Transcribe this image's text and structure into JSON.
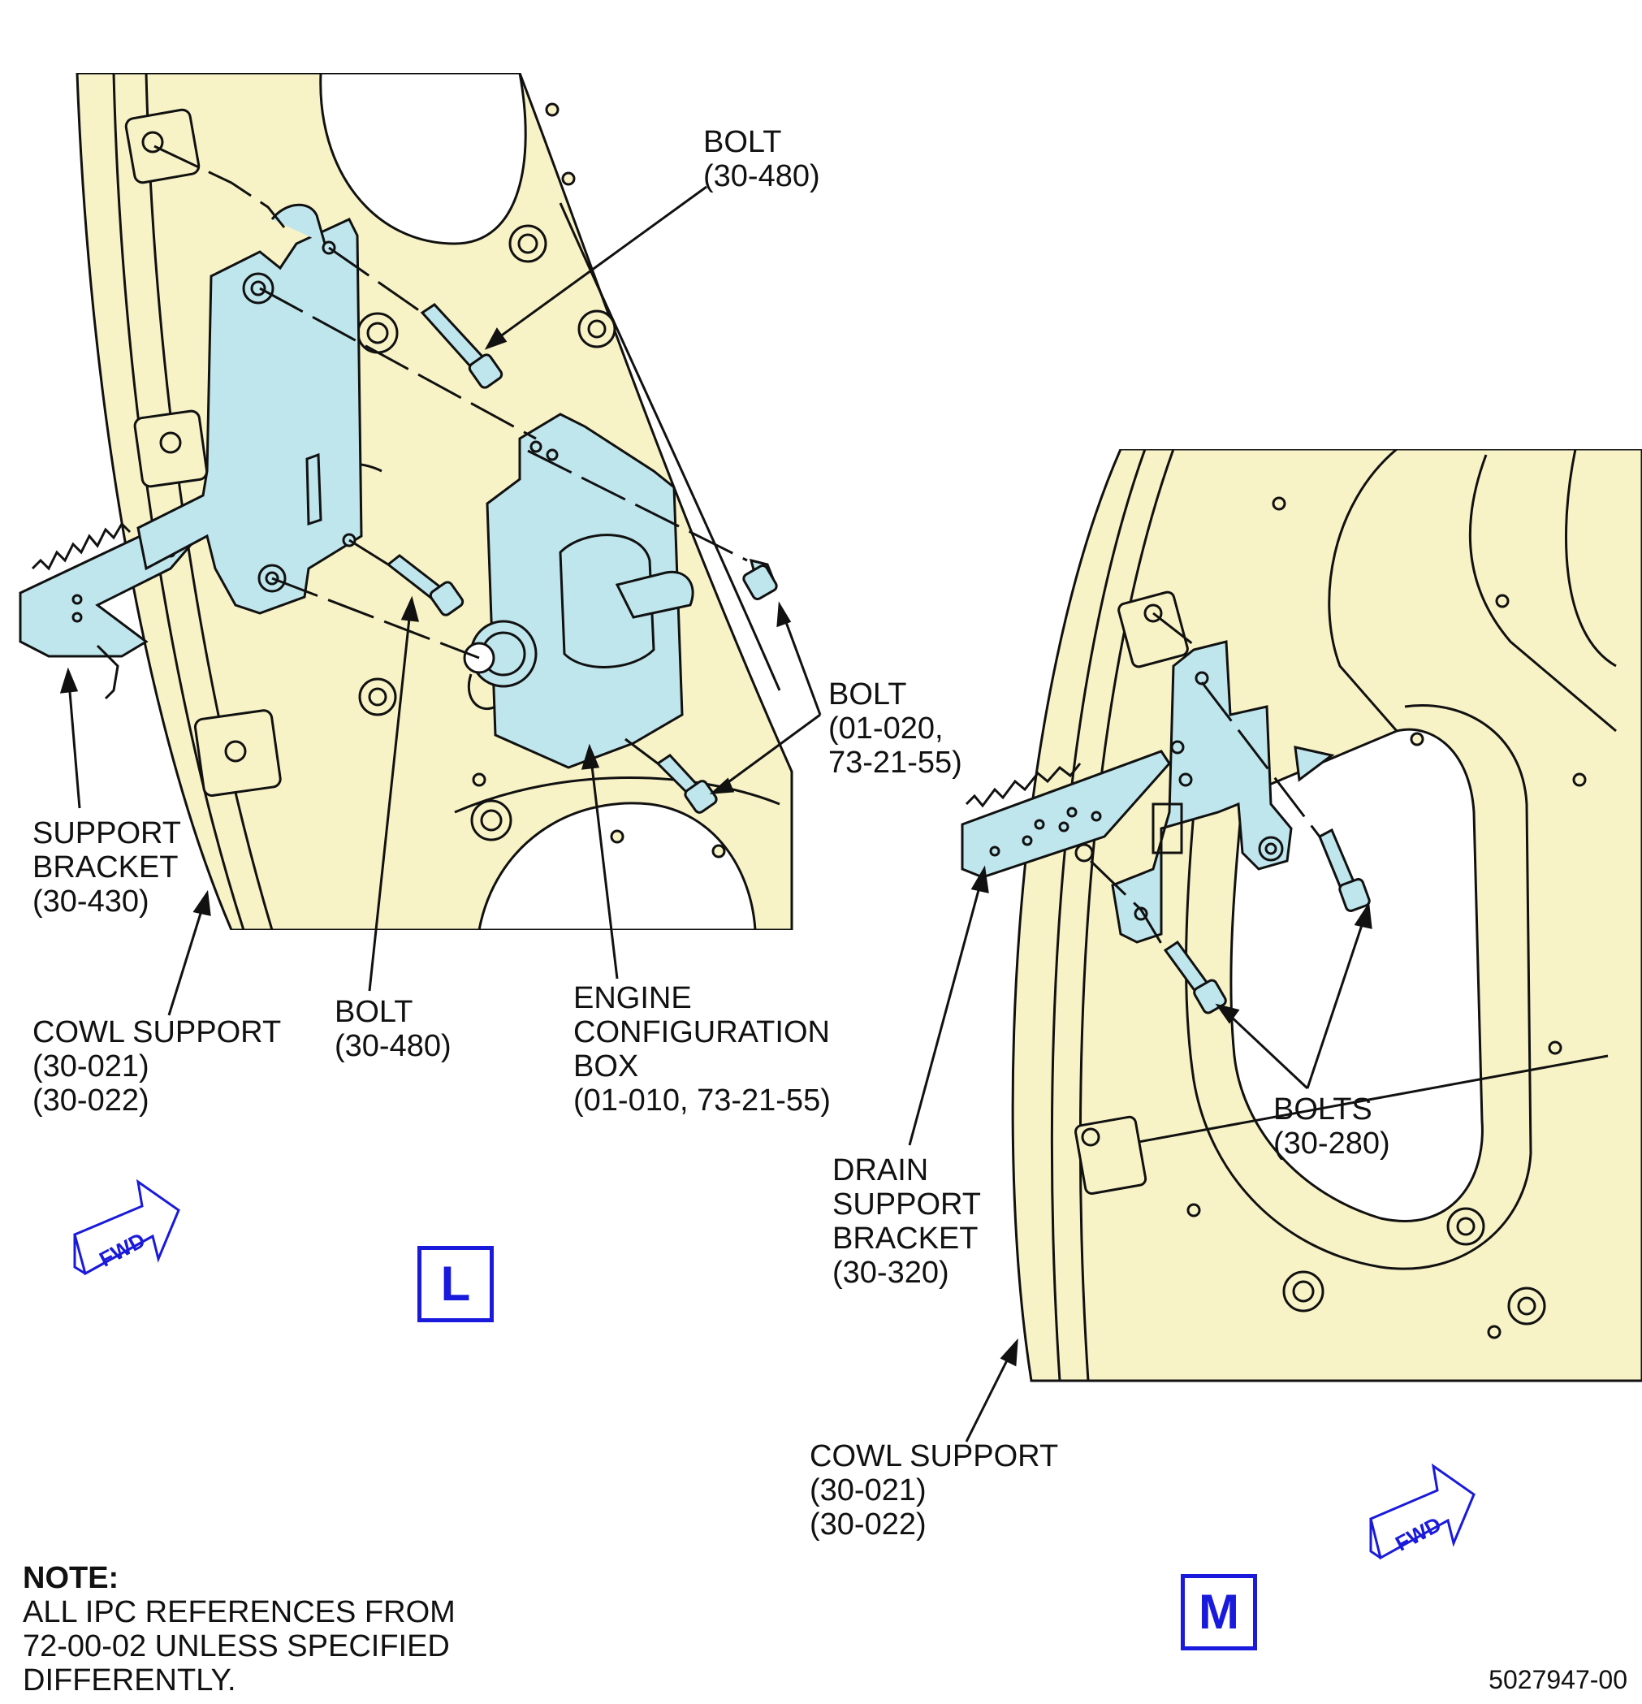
{
  "colors": {
    "cowl_fill": "#f8f3c6",
    "part_fill": "#bfe6ec",
    "line": "#111111",
    "accent_blue": "#1a1adc"
  },
  "labels": {
    "bolt_top": [
      "BOLT",
      "(30-480)"
    ],
    "bolt_right": [
      "BOLT",
      "(01-020,",
      "73-21-55)"
    ],
    "support_bracket": [
      "SUPPORT",
      "BRACKET",
      "(30-430)"
    ],
    "cowl_support_l": [
      "COWL SUPPORT",
      "(30-021)",
      "(30-022)"
    ],
    "bolt_bottom": [
      "BOLT",
      "(30-480)"
    ],
    "ecb": [
      "ENGINE",
      "CONFIGURATION",
      "BOX",
      "(01-010, 73-21-55)"
    ],
    "bolts_m": [
      "BOLTS",
      "(30-280)"
    ],
    "drain_bracket": [
      "DRAIN",
      "SUPPORT",
      "BRACKET",
      "(30-320)"
    ],
    "cowl_support_m": [
      "COWL SUPPORT",
      "(30-021)",
      "(30-022)"
    ]
  },
  "note": {
    "heading": "NOTE:",
    "lines": [
      "ALL IPC REFERENCES FROM",
      "72-00-02 UNLESS SPECIFIED",
      "DIFFERENTLY."
    ]
  },
  "views": {
    "left": "L",
    "right": "M"
  },
  "fwd_label": "FWD",
  "doc_number": "5027947-00"
}
